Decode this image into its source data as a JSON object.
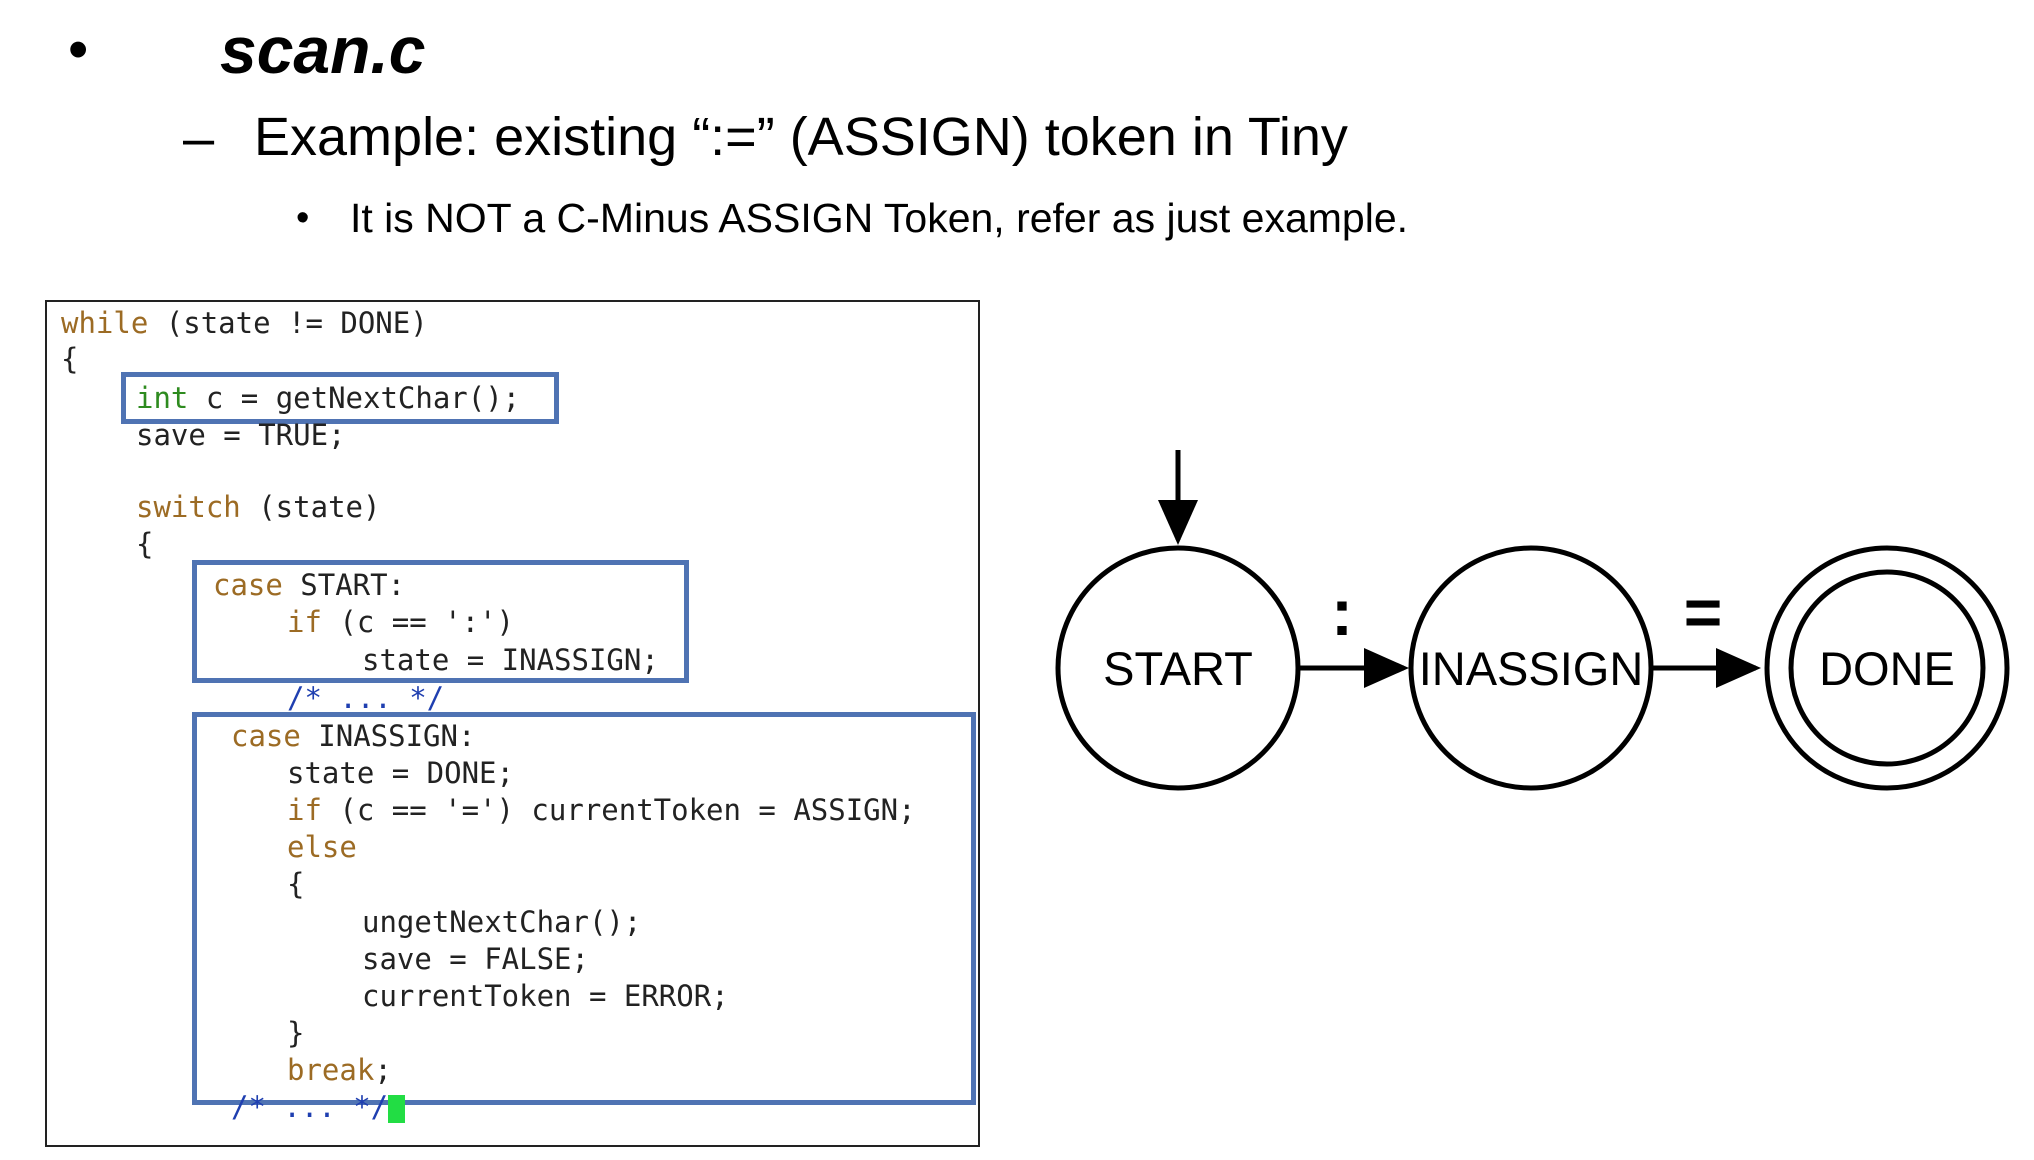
{
  "bullets": {
    "level1": {
      "marker": "•",
      "text": "scan.c"
    },
    "level2": {
      "marker": "–",
      "text": "Example: existing “:=” (ASSIGN) token in Tiny"
    },
    "level3": {
      "marker": "•",
      "text": "It is NOT a C-Minus ASSIGN Token, refer as just example."
    }
  },
  "code": {
    "lines": [
      {
        "kw": "while",
        "rest": " (state != DONE)"
      },
      {
        "kw": "",
        "rest": "{"
      },
      {
        "kw": "int",
        "rest": " c = getNextChar();"
      },
      {
        "kw": "",
        "rest": "save = TRUE;"
      },
      {
        "kw": "switch",
        "rest": " (state)"
      },
      {
        "kw": "",
        "rest": "{"
      },
      {
        "kw": "case",
        "rest": " START:"
      },
      {
        "kw": "if",
        "rest": " (c == ':')"
      },
      {
        "kw": "",
        "rest": "state = INASSIGN;"
      },
      {
        "kw": "",
        "rest": "/* ... */"
      },
      {
        "kw": "case",
        "rest": " INASSIGN:"
      },
      {
        "kw": "",
        "rest": "state = DONE;"
      },
      {
        "kw": "if",
        "rest": " (c == '=') currentToken = ASSIGN;"
      },
      {
        "kw": "else",
        "rest": ""
      },
      {
        "kw": "",
        "rest": "{"
      },
      {
        "kw": "",
        "rest": "ungetNextChar();"
      },
      {
        "kw": "",
        "rest": "save = FALSE;"
      },
      {
        "kw": "",
        "rest": "currentToken = ERROR;"
      },
      {
        "kw": "",
        "rest": "}"
      },
      {
        "kw": "break",
        "rest": ";"
      },
      {
        "kw": "",
        "rest": "/* ... */"
      }
    ],
    "colors": {
      "keyword": "#9c6b24",
      "type_keyword": "#2e8b1f",
      "comment": "#1f3fb0",
      "highlight_border": "#4f73b3",
      "cursor": "#22dd44"
    }
  },
  "dfa": {
    "states": [
      {
        "id": "start",
        "label": "START",
        "initial": true,
        "accepting": false
      },
      {
        "id": "inassign",
        "label": "INASSIGN",
        "initial": false,
        "accepting": false
      },
      {
        "id": "done",
        "label": "DONE",
        "initial": false,
        "accepting": true
      }
    ],
    "transitions": [
      {
        "from": "start",
        "to": "inassign",
        "label": ":"
      },
      {
        "from": "inassign",
        "to": "done",
        "label": "="
      }
    ]
  }
}
